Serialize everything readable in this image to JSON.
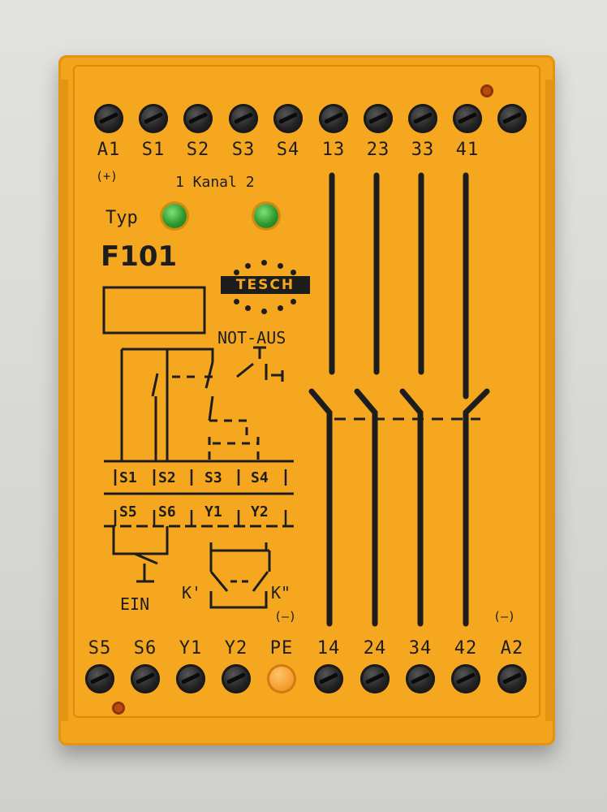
{
  "top_terminals": [
    "A1",
    "S1",
    "S2",
    "S3",
    "S4",
    "13",
    "23",
    "33",
    "41"
  ],
  "bottom_terminals": [
    "S5",
    "S6",
    "Y1",
    "Y2",
    "PE",
    "14",
    "24",
    "34",
    "42",
    "A2"
  ],
  "polarity_plus": "(+)",
  "polarity_minus_mid": "(–)",
  "polarity_minus_right": "(–)",
  "channel_label": "1 Kanal 2",
  "type_label": "Typ",
  "model": "F101",
  "brand": "TESCH",
  "emergency_stop": "NOT-AUS",
  "on_label": "EIN",
  "relay_k1": "K'",
  "relay_k2": "K\"",
  "block_row1": [
    "S1",
    "S2",
    "S3",
    "S4"
  ],
  "block_row2": [
    "S5",
    "S6",
    "Y1",
    "Y2"
  ],
  "colors": {
    "housing": "#f5a81f",
    "led": "#2e9a2e",
    "print": "#1d1d1d"
  }
}
